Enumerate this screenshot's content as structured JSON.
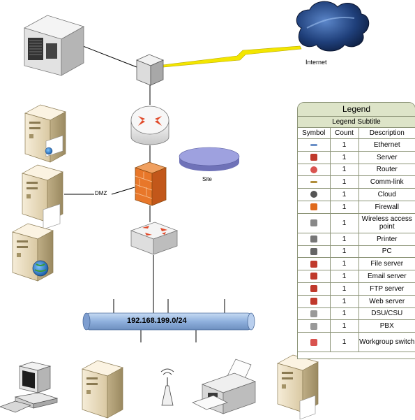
{
  "labels": {
    "internet": "Internet",
    "dmz": "DMZ",
    "site": "Site",
    "network": "192.168.199.0/24"
  },
  "legend": {
    "title": "Legend",
    "subtitle": "Legend Subtitle",
    "headers": [
      "Symbol",
      "Count",
      "Description"
    ],
    "rows": [
      {
        "icon": "ethernet-icon",
        "count": "1",
        "description": "Ethernet",
        "color": "#6a8fc7"
      },
      {
        "icon": "server-icon",
        "count": "1",
        "description": "Server",
        "color": "#c0392b"
      },
      {
        "icon": "router-icon",
        "count": "1",
        "description": "Router",
        "color": "#d9534f"
      },
      {
        "icon": "comm-link-icon",
        "count": "1",
        "description": "Comm-link",
        "color": "#b08d3a"
      },
      {
        "icon": "cloud-icon",
        "count": "1",
        "description": "Cloud",
        "color": "#555555"
      },
      {
        "icon": "firewall-icon",
        "count": "1",
        "description": "Firewall",
        "color": "#e06a1b"
      },
      {
        "icon": "wireless-access-point-icon",
        "count": "1",
        "description": "Wireless access point",
        "color": "#888888"
      },
      {
        "icon": "printer-icon",
        "count": "1",
        "description": "Printer",
        "color": "#777777"
      },
      {
        "icon": "pc-icon",
        "count": "1",
        "description": "PC",
        "color": "#666666"
      },
      {
        "icon": "file-server-icon",
        "count": "1",
        "description": "File server",
        "color": "#c0392b"
      },
      {
        "icon": "email-server-icon",
        "count": "1",
        "description": "Email server",
        "color": "#c0392b"
      },
      {
        "icon": "ftp-server-icon",
        "count": "1",
        "description": "FTP server",
        "color": "#c0392b"
      },
      {
        "icon": "web-server-icon",
        "count": "1",
        "description": "Web server",
        "color": "#c0392b"
      },
      {
        "icon": "dsu-csu-icon",
        "count": "1",
        "description": "DSU/CSU",
        "color": "#999999"
      },
      {
        "icon": "pbx-icon",
        "count": "1",
        "description": "PBX",
        "color": "#999999"
      },
      {
        "icon": "workgroup-switch-icon",
        "count": "1",
        "description": "Workgroup switch",
        "color": "#d9534f"
      }
    ]
  },
  "colors": {
    "legend_header": "#dde4c8",
    "legend_border": "#8c9477",
    "bus": "#9ab6e0",
    "firewall": "#e8772a",
    "cloud": "#1d3d77",
    "site": "#8b8fd4",
    "lightning": "#f3e600"
  }
}
